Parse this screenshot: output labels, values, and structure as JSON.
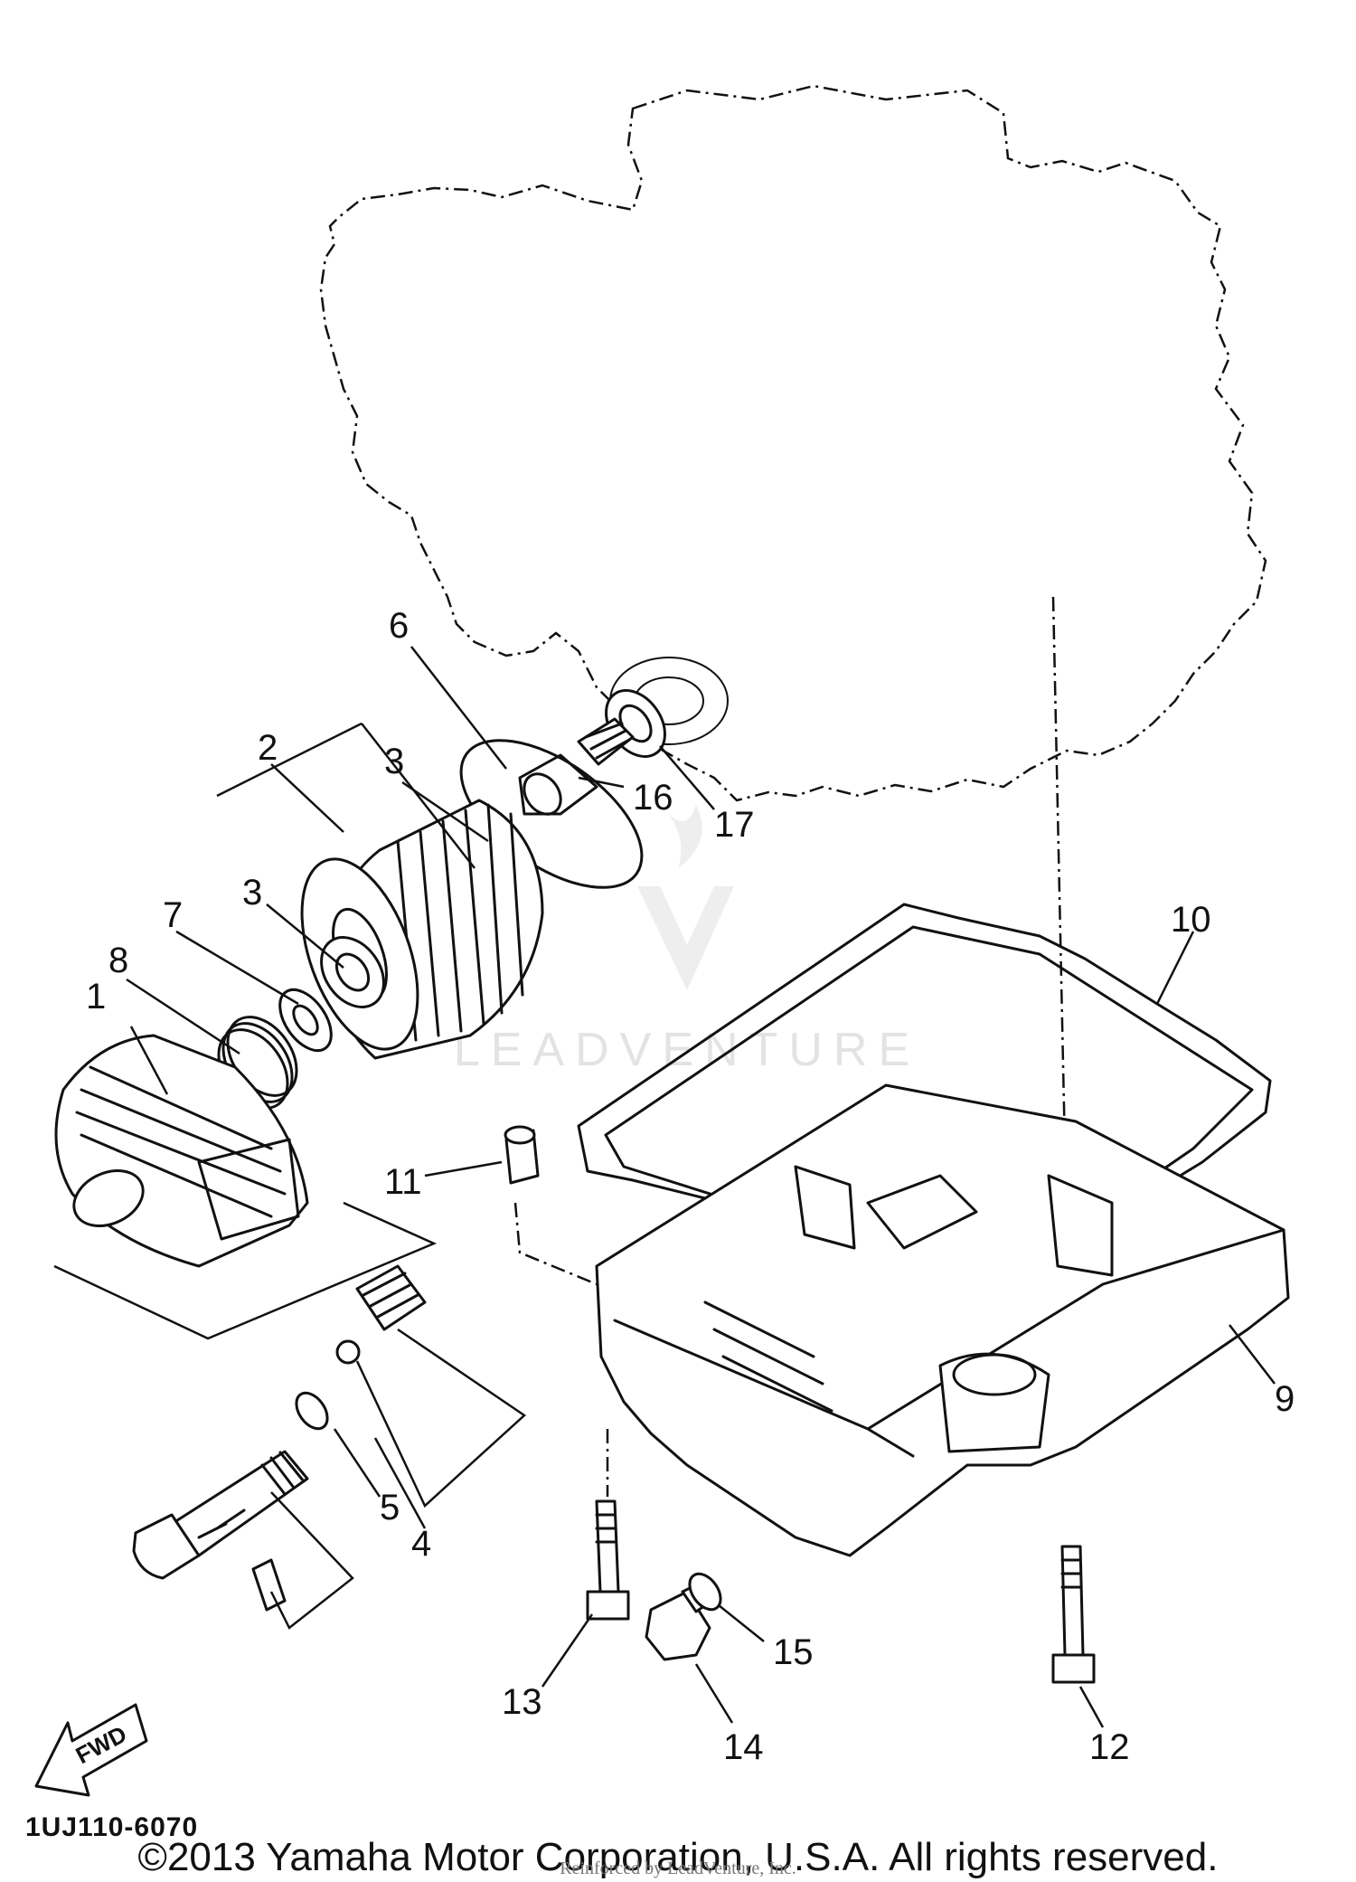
{
  "diagram": {
    "callouts": [
      {
        "id": "1",
        "label": "1"
      },
      {
        "id": "2",
        "label": "2"
      },
      {
        "id": "3a",
        "label": "3"
      },
      {
        "id": "3b",
        "label": "3"
      },
      {
        "id": "4",
        "label": "4"
      },
      {
        "id": "5",
        "label": "5"
      },
      {
        "id": "6",
        "label": "6"
      },
      {
        "id": "7",
        "label": "7"
      },
      {
        "id": "8",
        "label": "8"
      },
      {
        "id": "9",
        "label": "9"
      },
      {
        "id": "10",
        "label": "10"
      },
      {
        "id": "11",
        "label": "11"
      },
      {
        "id": "12",
        "label": "12"
      },
      {
        "id": "13",
        "label": "13"
      },
      {
        "id": "14",
        "label": "14"
      },
      {
        "id": "15",
        "label": "15"
      },
      {
        "id": "16",
        "label": "16"
      },
      {
        "id": "17",
        "label": "17"
      }
    ],
    "fwd_label": "FWD",
    "diagram_code": "1UJ110-6070",
    "watermark": "LEADVENTURE",
    "copyright": "©2013 Yamaha Motor Corporation, U.S.A. All rights reserved.",
    "footer_small": "Reinforced by LeadVenture, Inc."
  }
}
